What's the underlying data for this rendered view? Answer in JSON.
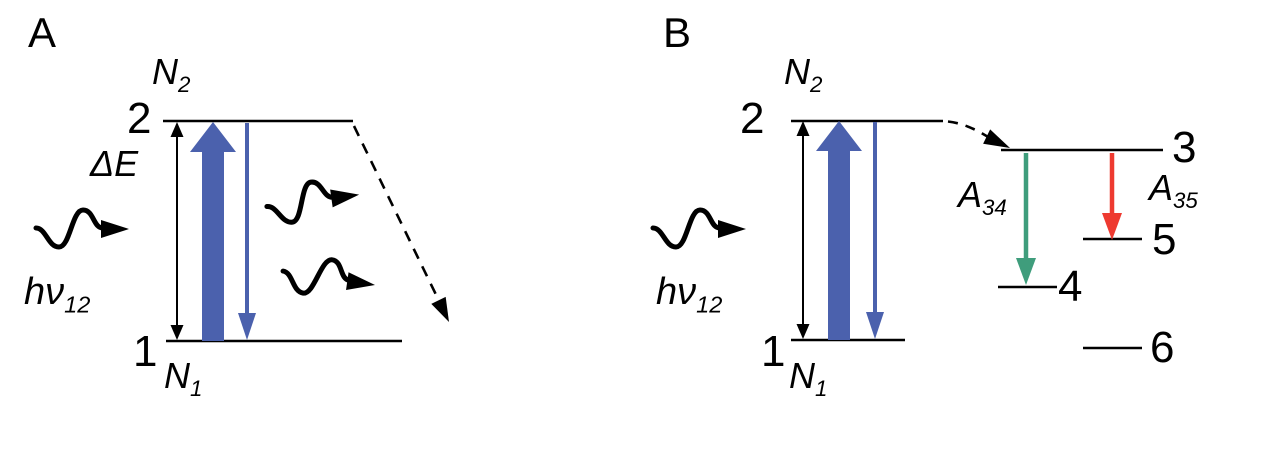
{
  "colors": {
    "arrow_blue": "#4b61ad",
    "decay_green": "#3f9d7c",
    "decay_red": "#ee3a30",
    "ink_black": "#000000"
  },
  "panel_a": {
    "title": "A",
    "upper_level": "2",
    "lower_level": "1",
    "upper_population": {
      "base": "N",
      "sub": "2"
    },
    "lower_population": {
      "base": "N",
      "sub": "1"
    },
    "energy_gap": "ΔE",
    "photon_energy": {
      "base": "hν",
      "sub": "12"
    }
  },
  "panel_b": {
    "title": "B",
    "upper_level": "2",
    "lower_level": "1",
    "upper_population": {
      "base": "N",
      "sub": "2"
    },
    "lower_population": {
      "base": "N",
      "sub": "1"
    },
    "photon_energy": {
      "base": "hν",
      "sub": "12"
    },
    "level_3": "3",
    "level_4": "4",
    "level_5": "5",
    "level_6": "6",
    "decay_34": {
      "base": "A",
      "sub": "34"
    },
    "decay_35": {
      "base": "A",
      "sub": "35"
    }
  }
}
